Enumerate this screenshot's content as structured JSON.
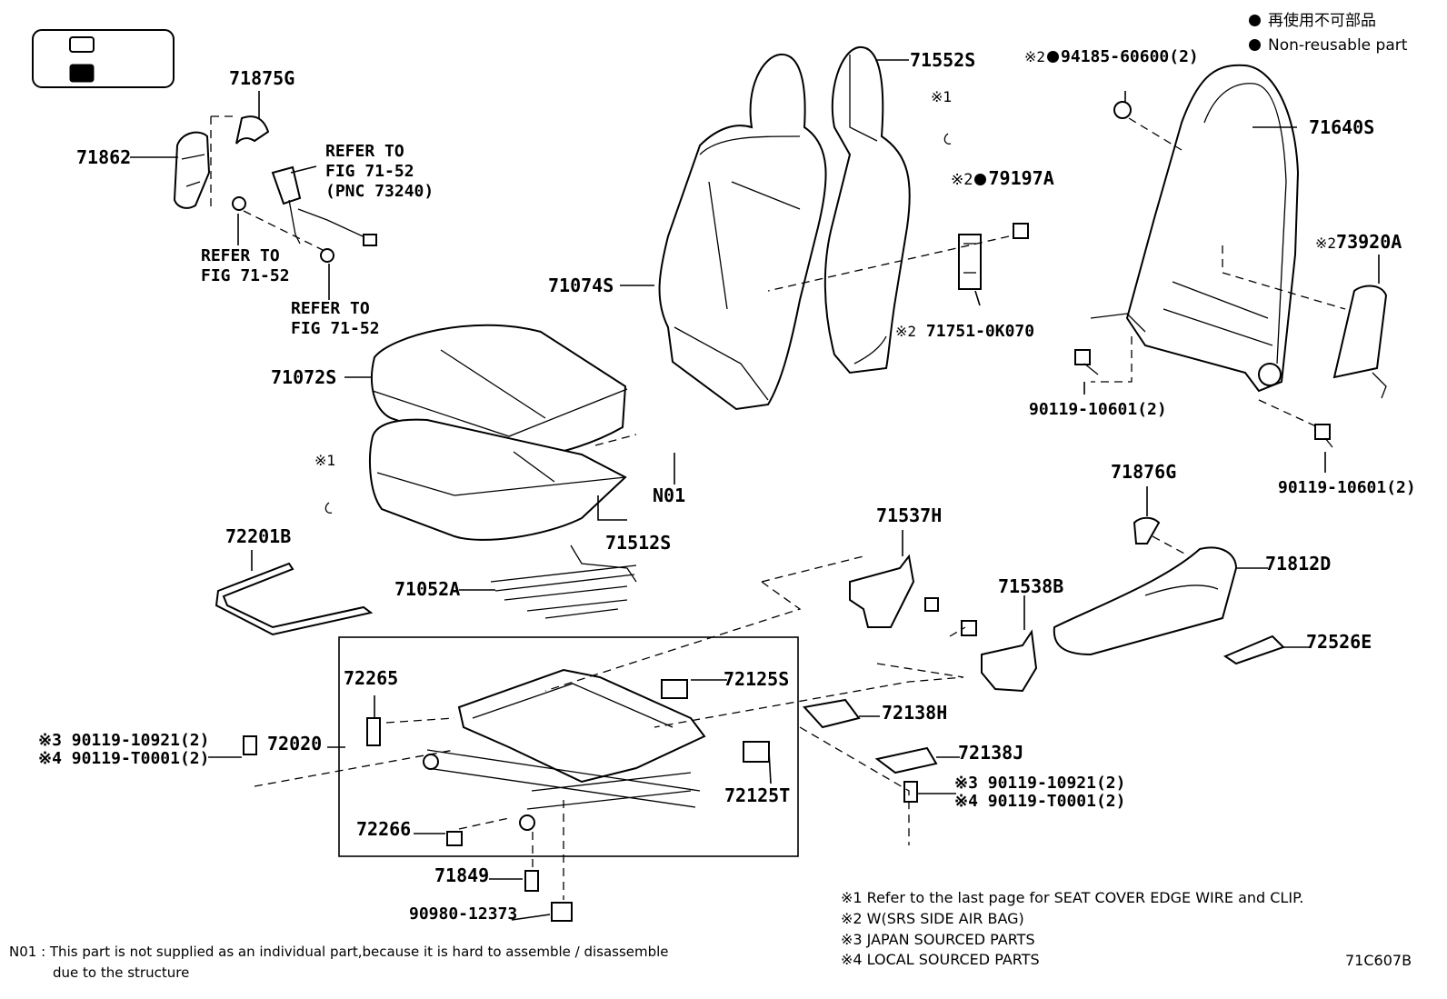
{
  "legend": {
    "mark_ja": "再使用不可部品",
    "mark_en": "Non-reusable part"
  },
  "labels": {
    "p71875G": "71875G",
    "p71862": "71862",
    "refer1": "REFER TO",
    "refer1b": "FIG 71-52",
    "refer1c": "(PNC 73240)",
    "refer2": "REFER TO",
    "refer2b": "FIG 71-52",
    "refer3": "REFER TO",
    "refer3b": "FIG 71-52",
    "p71552S": "71552S",
    "star1a": "※1",
    "p79197A_prefix": "※2",
    "p79197A": "79197A",
    "p71074S": "71074S",
    "p71751_prefix": "※2",
    "p71751": "71751-0K070",
    "p71072S": "71072S",
    "star1b": "※1",
    "pN01": "N01",
    "p71512S": "71512S",
    "p72201B": "72201B",
    "p71052A": "71052A",
    "p94185_prefix": "※2",
    "p94185": "94185-60600(2)",
    "p71640S": "71640S",
    "p73920A_prefix": "※2",
    "p73920A": "73920A",
    "p90119_a": "90119-10601(2)",
    "p90119_b": "90119-10601(2)",
    "p71876G": "71876G",
    "p71812D": "71812D",
    "p72526E": "72526E",
    "p71537H": "71537H",
    "p71538B": "71538B",
    "p72265": "72265",
    "p72125S": "72125S",
    "p72138H": "72138H",
    "p72138J": "72138J",
    "p72020": "72020",
    "p90119_l3": "※3 90119-10921(2)",
    "p90119_l4": "※4 90119-T0001(2)",
    "p90119_r3": "※3 90119-10921(2)",
    "p90119_r4": "※4 90119-T0001(2)",
    "p72125T": "72125T",
    "p72266": "72266",
    "p71849": "71849",
    "p90980": "90980-12373"
  },
  "notes": {
    "n1": "※1  Refer to the last page for SEAT COVER EDGE WIRE and CLIP.",
    "n2": "※2  W(SRS SIDE AIR BAG)",
    "n3": "※3  JAPAN SOURCED PARTS",
    "n4": "※4  LOCAL SOURCED PARTS"
  },
  "footnote": {
    "line1": "N01 : This part is not supplied as an individual part,because it is hard to assemble / disassemble",
    "line2": "due to the structure"
  },
  "figure_code": "71C607B"
}
